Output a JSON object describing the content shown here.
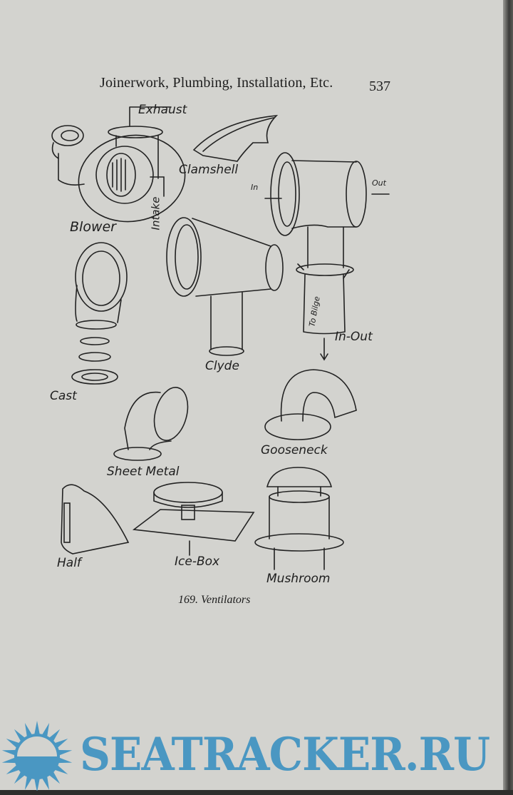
{
  "header": {
    "title": "Joinerwork, Plumbing, Installation, Etc.",
    "page_number": "537"
  },
  "labels": {
    "exhaust": "Exhaust",
    "clamshell": "Clamshell",
    "in": "In",
    "out": "Out",
    "intake": "Intake",
    "blower": "Blower",
    "clyde": "Clyde",
    "to_bilge": "To Bilge",
    "in_out": "In-Out",
    "cast": "Cast",
    "gooseneck": "Gooseneck",
    "sheet_metal": "Sheet Metal",
    "half": "Half",
    "ice_box": "Ice-Box",
    "mushroom": "Mushroom"
  },
  "caption": "169. Ventilators",
  "watermark": {
    "text": "SEATRACKER.RU",
    "color": "#4a97c2"
  }
}
